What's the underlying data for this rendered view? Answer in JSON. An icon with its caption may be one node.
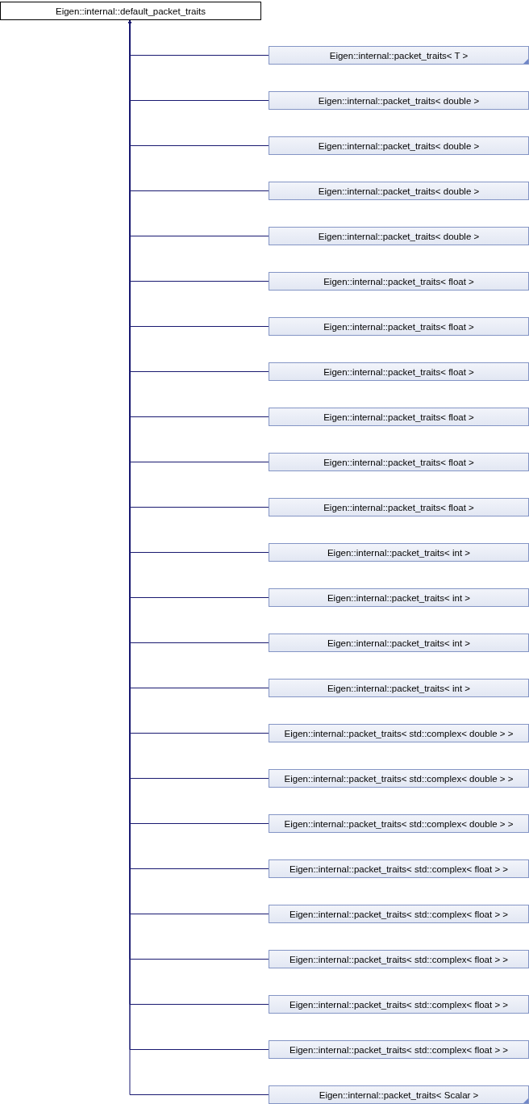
{
  "diagram": {
    "nodes": [
      {
        "text": [
          "Eigen::internal::default_packet_traits"
        ]
      },
      {
        "text": [
          "Eigen::internal::packet_traits< T >"
        ]
      },
      {
        "text": [
          "Eigen::internal::packet_traits< double >"
        ]
      },
      {
        "text": [
          "Eigen::internal::packet_traits< double >"
        ]
      },
      {
        "text": [
          "Eigen::internal::packet_traits< double >"
        ]
      },
      {
        "text": [
          "Eigen::internal::packet_traits< double >"
        ]
      },
      {
        "text": [
          "Eigen::internal::packet_traits< float >"
        ]
      },
      {
        "text": [
          "Eigen::internal::packet_traits< float >"
        ]
      },
      {
        "text": [
          "Eigen::internal::packet_traits< float >"
        ]
      },
      {
        "text": [
          "Eigen::internal::packet_traits< float >"
        ]
      },
      {
        "text": [
          "Eigen::internal::packet_traits< float >"
        ]
      },
      {
        "text": [
          "Eigen::internal::packet_traits< float >"
        ]
      },
      {
        "text": [
          "Eigen::internal::packet_traits< int >"
        ]
      },
      {
        "text": [
          "Eigen::internal::packet_traits< int >"
        ]
      },
      {
        "text": [
          "Eigen::internal::packet_traits< int >"
        ]
      },
      {
        "text": [
          "Eigen::internal::packet_traits< int >"
        ]
      },
      {
        "text": [
          "Eigen::internal::packet_traits< std::complex< double > >"
        ]
      },
      {
        "text": [
          "Eigen::internal::packet_traits< std::complex< double > >"
        ]
      },
      {
        "text": [
          "Eigen::internal::packet_traits< std::complex< double > >"
        ]
      },
      {
        "text": [
          "Eigen::internal::packet_traits< std::complex< float > >"
        ]
      },
      {
        "text": [
          "Eigen::internal::packet_traits< std::complex< float > >"
        ]
      },
      {
        "text": [
          "Eigen::internal::packet_traits< std::complex< float > >"
        ]
      },
      {
        "text": [
          "Eigen::internal::packet_traits< std::complex< float > >"
        ]
      },
      {
        "text": [
          "Eigen::internal::packet_traits< std::complex< float > >"
        ]
      },
      {
        "text": [
          "Eigen::internal::packet_traits< Scalar >"
        ]
      }
    ],
    "edges": [
      {
        "from": 1,
        "to": 0,
        "arrow": "to"
      },
      {
        "from": 2,
        "to": 0,
        "arrow": "to"
      },
      {
        "from": 3,
        "to": 0,
        "arrow": "to"
      },
      {
        "from": 4,
        "to": 0,
        "arrow": "to"
      },
      {
        "from": 5,
        "to": 0,
        "arrow": "to"
      },
      {
        "from": 6,
        "to": 0,
        "arrow": "to"
      },
      {
        "from": 7,
        "to": 0,
        "arrow": "to"
      },
      {
        "from": 8,
        "to": 0,
        "arrow": "to"
      },
      {
        "from": 9,
        "to": 0,
        "arrow": "to"
      },
      {
        "from": 10,
        "to": 0,
        "arrow": "to"
      },
      {
        "from": 11,
        "to": 0,
        "arrow": "to"
      },
      {
        "from": 12,
        "to": 0,
        "arrow": "to"
      },
      {
        "from": 13,
        "to": 0,
        "arrow": "to"
      },
      {
        "from": 14,
        "to": 0,
        "arrow": "to"
      },
      {
        "from": 15,
        "to": 0,
        "arrow": "to"
      },
      {
        "from": 16,
        "to": 0,
        "arrow": "to"
      },
      {
        "from": 17,
        "to": 0,
        "arrow": "to"
      },
      {
        "from": 18,
        "to": 0,
        "arrow": "to"
      },
      {
        "from": 19,
        "to": 0,
        "arrow": "to"
      },
      {
        "from": 20,
        "to": 0,
        "arrow": "to"
      },
      {
        "from": 21,
        "to": 0,
        "arrow": "to"
      },
      {
        "from": 22,
        "to": 0,
        "arrow": "to"
      },
      {
        "from": 23,
        "to": 0,
        "arrow": "to"
      },
      {
        "from": 24,
        "to": 0,
        "arrow": "to"
      }
    ]
  }
}
